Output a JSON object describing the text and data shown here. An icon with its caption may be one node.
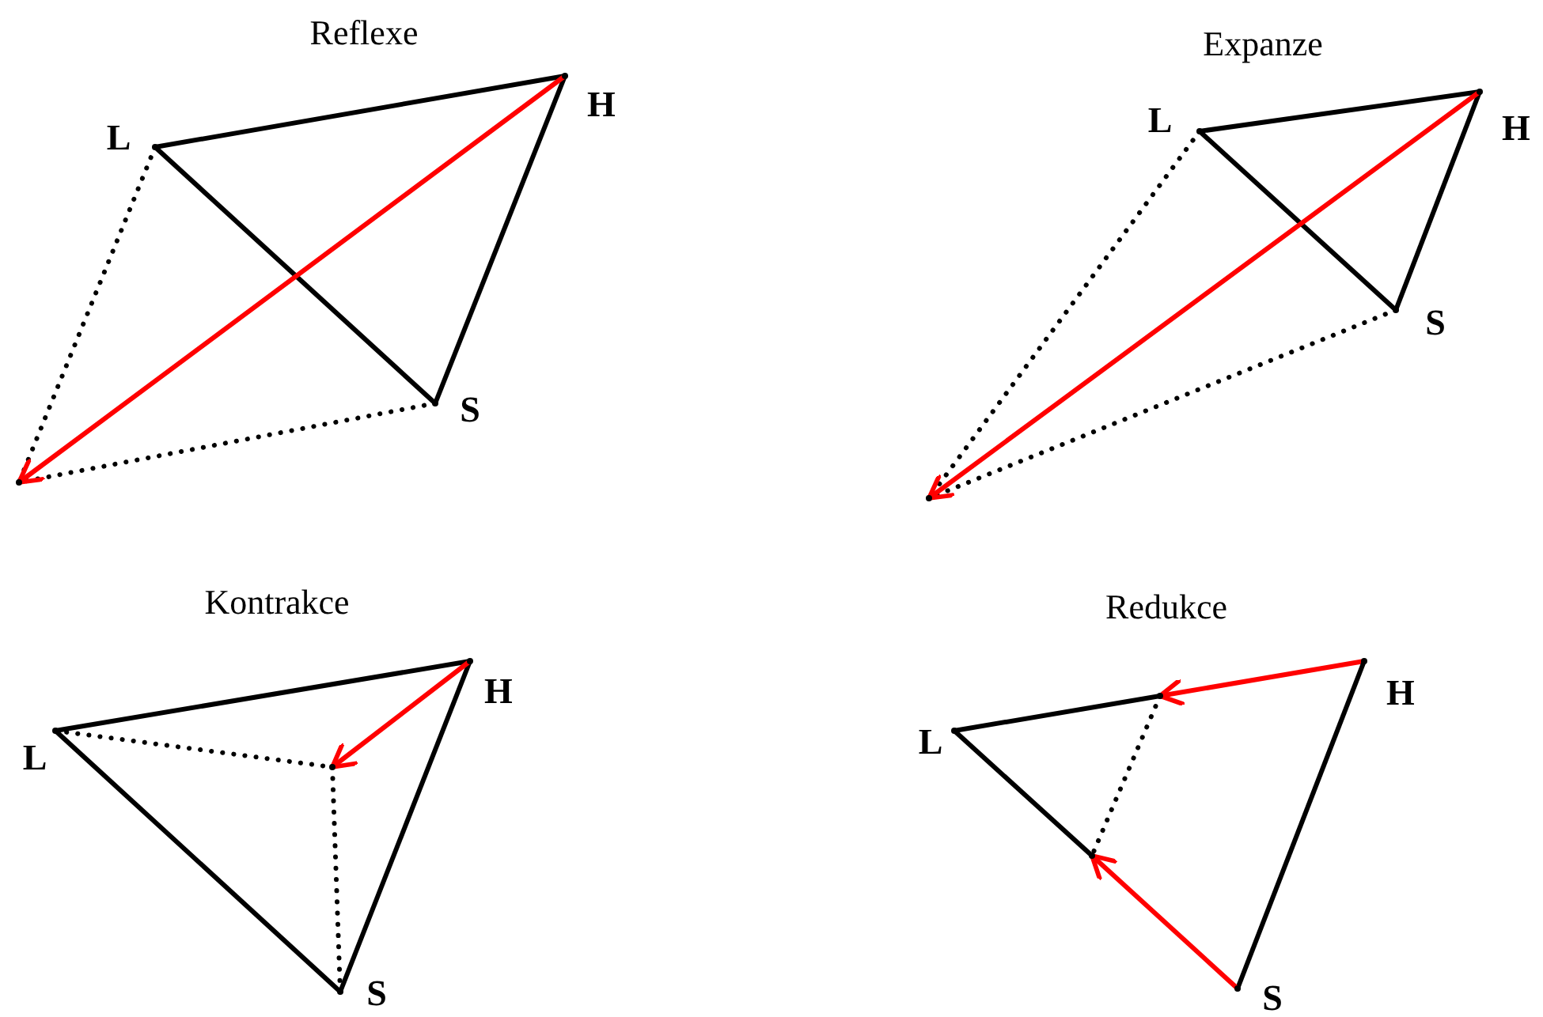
{
  "diagram": {
    "nodes": [
      {
        "text": [],
        "shape": "point",
        "beside": [
          "L"
        ]
      },
      {
        "text": [],
        "shape": "point",
        "beside": [
          "H"
        ]
      },
      {
        "text": [],
        "shape": "point",
        "beside": [
          "S"
        ]
      },
      {
        "text": [],
        "shape": "point"
      },
      {
        "text": [],
        "shape": "point",
        "beside": [
          "L"
        ]
      },
      {
        "text": [],
        "shape": "point",
        "beside": [
          "H"
        ]
      },
      {
        "text": [],
        "shape": "point",
        "beside": [
          "S"
        ]
      },
      {
        "text": [],
        "shape": "point"
      },
      {
        "text": [],
        "shape": "point",
        "beside": [
          "L"
        ]
      },
      {
        "text": [],
        "shape": "point",
        "beside": [
          "H"
        ]
      },
      {
        "text": [],
        "shape": "point"
      },
      {
        "text": [],
        "shape": "point",
        "beside": [
          "S"
        ]
      },
      {
        "text": [],
        "shape": "point",
        "beside": [
          "L"
        ]
      },
      {
        "text": [],
        "shape": "point",
        "beside": [
          "H"
        ]
      },
      {
        "text": [],
        "shape": "point"
      },
      {
        "text": [],
        "shape": "point"
      },
      {
        "text": [],
        "shape": "point",
        "beside": [
          "S"
        ]
      }
    ],
    "edges": [
      {
        "from": 0,
        "to": 1,
        "arrow": "none"
      },
      {
        "from": 1,
        "to": 2,
        "arrow": "none"
      },
      {
        "from": 0,
        "to": 2,
        "arrow": "none"
      },
      {
        "from": 0,
        "to": 3,
        "arrow": "none",
        "style": "dashed"
      },
      {
        "from": 2,
        "to": 3,
        "arrow": "none",
        "style": "dashed"
      },
      {
        "from": 1,
        "to": 3,
        "arrow": "to",
        "color": "#ff0000"
      },
      {
        "from": 4,
        "to": 5,
        "arrow": "none"
      },
      {
        "from": 5,
        "to": 6,
        "arrow": "none"
      },
      {
        "from": 4,
        "to": 6,
        "arrow": "none"
      },
      {
        "from": 4,
        "to": 7,
        "arrow": "none",
        "style": "dashed"
      },
      {
        "from": 6,
        "to": 7,
        "arrow": "none",
        "style": "dashed"
      },
      {
        "from": 5,
        "to": 7,
        "arrow": "to",
        "color": "#ff0000"
      },
      {
        "from": 8,
        "to": 9,
        "arrow": "none"
      },
      {
        "from": 9,
        "to": 11,
        "arrow": "none"
      },
      {
        "from": 8,
        "to": 11,
        "arrow": "none"
      },
      {
        "from": 8,
        "to": 10,
        "arrow": "none",
        "style": "dashed"
      },
      {
        "from": 10,
        "to": 11,
        "arrow": "none",
        "style": "dashed"
      },
      {
        "from": 9,
        "to": 10,
        "arrow": "to",
        "color": "#ff0000"
      },
      {
        "from": 12,
        "to": 14,
        "arrow": "none"
      },
      {
        "from": 13,
        "to": 14,
        "arrow": "to",
        "color": "#ff0000"
      },
      {
        "from": 13,
        "to": 16,
        "arrow": "none"
      },
      {
        "from": 12,
        "to": 15,
        "arrow": "none"
      },
      {
        "from": 16,
        "to": 15,
        "arrow": "to",
        "color": "#ff0000"
      },
      {
        "from": 14,
        "to": 15,
        "arrow": "none",
        "style": "dashed"
      }
    ],
    "labels": [
      "Reflexe",
      "Expanze",
      "Kontrakce",
      "Redukce"
    ]
  }
}
